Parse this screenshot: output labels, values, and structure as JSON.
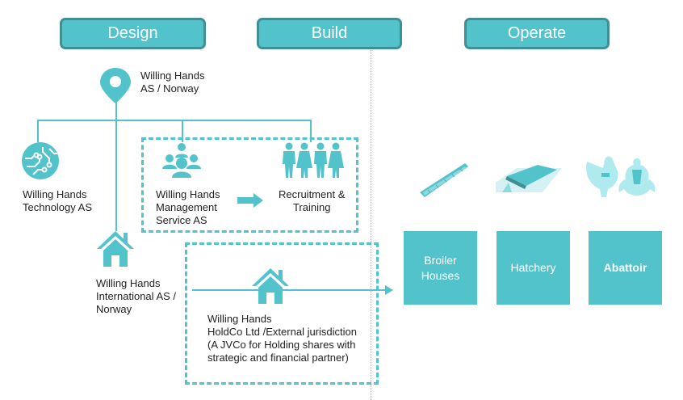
{
  "phases": {
    "design": "Design",
    "build": "Build",
    "operate": "Operate"
  },
  "entities": {
    "parent": "Willing Hands\nAS / Norway",
    "technology": "Willing Hands\nTechnology AS",
    "management": "Willing Hands\nManagement\nService AS",
    "recruitment": "Recruitment &\nTraining",
    "international": "Willing Hands\nInternational AS /\nNorway",
    "holdco": "Willing Hands\nHoldCo Ltd /External jurisdiction\n(A JVCo for Holding shares with\nstrategic and financial partner)"
  },
  "operations": [
    {
      "label": "Broiler\nHouses",
      "icon": "broiler-house-icon"
    },
    {
      "label": "Hatchery",
      "icon": "hatchery-icon"
    },
    {
      "label": "Abattoir",
      "icon": "chicken-cuts-icon"
    }
  ],
  "colors": {
    "accent": "#53c3cb",
    "accent_border": "#3f8f94",
    "text": "#222222"
  }
}
